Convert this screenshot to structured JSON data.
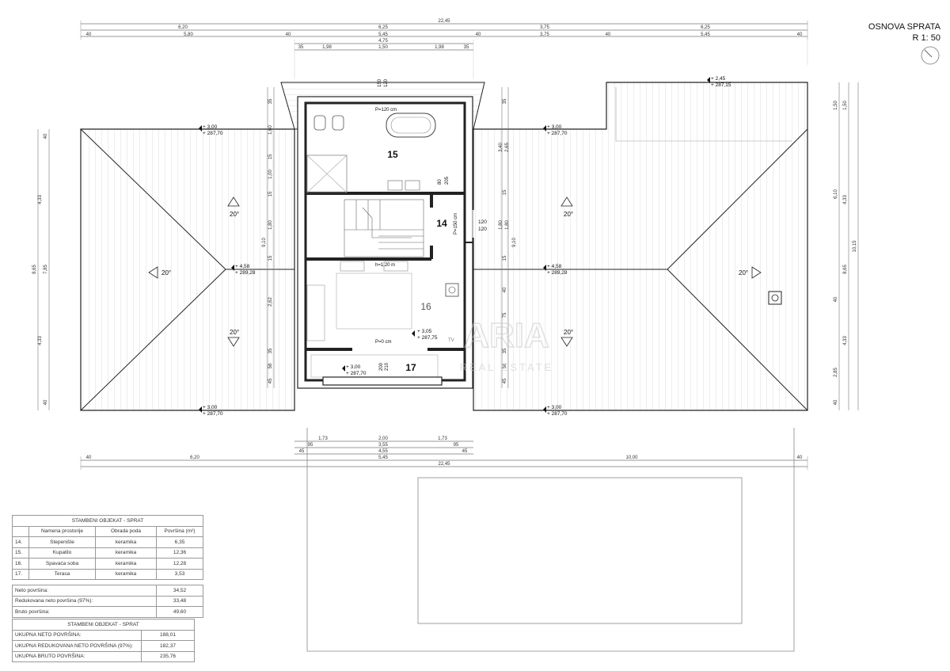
{
  "title": {
    "line1": "OSNOVA SPRATA",
    "line2": "R 1: 50"
  },
  "dims": {
    "top_total": "22,45",
    "top_row1": [
      "6,20",
      "6,25",
      "3,75",
      "6,25"
    ],
    "top_row2": [
      "40",
      "5,80",
      "40",
      "5,45",
      "40",
      "3,75",
      "40",
      "5,45",
      "40"
    ],
    "top_row3": [
      "4,75"
    ],
    "top_row4": [
      "35",
      "1,98",
      "1,50",
      "1,98",
      "35"
    ],
    "bottom_row1": [
      "1,73",
      "2,00",
      "1,73"
    ],
    "bottom_row2": [
      "95",
      "3,55",
      "95"
    ],
    "bottom_row3": [
      "45",
      "4,55",
      "45"
    ],
    "bottom_row4": [
      "40",
      "6,20",
      "5,45",
      "10,00",
      "40"
    ],
    "bottom_total": "22,45",
    "left_outer": [
      "8,65"
    ],
    "left_inner": [
      "40",
      "4,33",
      "7,85",
      "4,33",
      "40"
    ],
    "right_outer": [
      "10,15"
    ],
    "right_mid": [
      "6,10",
      "8,65"
    ],
    "right_inner": [
      "1,50",
      "4,33",
      "40",
      "4,33",
      "2,85",
      "40"
    ],
    "right_small": [
      "1,50"
    ],
    "center_left": [
      "35",
      "1,60",
      "15",
      "1,00",
      "15",
      "1,80",
      "9,10",
      "15",
      "2,62",
      "35",
      "58",
      "45"
    ],
    "center_right": [
      "35",
      "3,40",
      "2,65",
      "15",
      "1,80",
      "1,80",
      "9,10",
      "15",
      "40",
      "75",
      "35",
      "58",
      "45"
    ]
  },
  "labels": {
    "levels": [
      {
        "a": "+ 3,00",
        "b": "+ 287,70"
      },
      {
        "a": "+ 3,00",
        "b": "+ 287,70"
      },
      {
        "a": "+ 2,45",
        "b": "+ 287,15"
      },
      {
        "a": "+ 4,58",
        "b": "+ 289,28"
      },
      {
        "a": "+ 4,58",
        "b": "+ 289,28"
      },
      {
        "a": "+ 3,00",
        "b": "+ 287,70"
      },
      {
        "a": "+ 3,00",
        "b": "+ 287,70"
      },
      {
        "a": "+ 3,05",
        "b": "+ 287,75"
      },
      {
        "a": "+ 3,00",
        "b": "+ 287,70"
      }
    ],
    "slope": "20°",
    "rooms": [
      "15",
      "14",
      "16",
      "17"
    ],
    "p120": "P=120 cm",
    "p150": "P=150 cm",
    "p0": "P=0 cm",
    "h120": "h=1,20 m",
    "d80": "80",
    "d205": "205",
    "d120a": "120",
    "d120b": "120",
    "d200": "200",
    "d210": "210",
    "d150": "150",
    "d120c": "120",
    "tv": "TV",
    "watermark_main": "ARIA",
    "watermark_sub": "REAL ESTATE"
  },
  "table1": {
    "title": "STAMBENI OBJEKAT - SPRAT",
    "headers": [
      "Namena prostorije",
      "Obrada poda",
      "Površina (m²)"
    ],
    "rows": [
      {
        "no": "14.",
        "name": "Stepenište",
        "floor": "keramika",
        "area": "6,35"
      },
      {
        "no": "15.",
        "name": "Kupatilo",
        "floor": "keramika",
        "area": "12,36"
      },
      {
        "no": "16.",
        "name": "Spavaća soba",
        "floor": "keramika",
        "area": "12,28"
      },
      {
        "no": "17.",
        "name": "Terasa",
        "floor": "keramika",
        "area": "3,53"
      }
    ],
    "summary": [
      {
        "label": "Neto površina:",
        "value": "34,52"
      },
      {
        "label": "Redukovana neto površina (97%):",
        "value": "33,48"
      },
      {
        "label": "Bruto površina:",
        "value": "49,60"
      }
    ]
  },
  "table2": {
    "title": "STAMBENI OBJEKAT - SPRAT",
    "rows": [
      {
        "label": "UKUPNA NETO POVRŠINA:",
        "value": "188,01"
      },
      {
        "label": "UKUPNA REDUKOVANA NETO POVRŠINA (97%):",
        "value": "182,37"
      },
      {
        "label": "UKUPNA BRUTO POVRŠINA:",
        "value": "235,76"
      }
    ]
  },
  "colors": {
    "line": "#222222",
    "thin": "#8a8a8a",
    "hatch": "#bdbdbd",
    "watermark": "#d0d0d0"
  }
}
